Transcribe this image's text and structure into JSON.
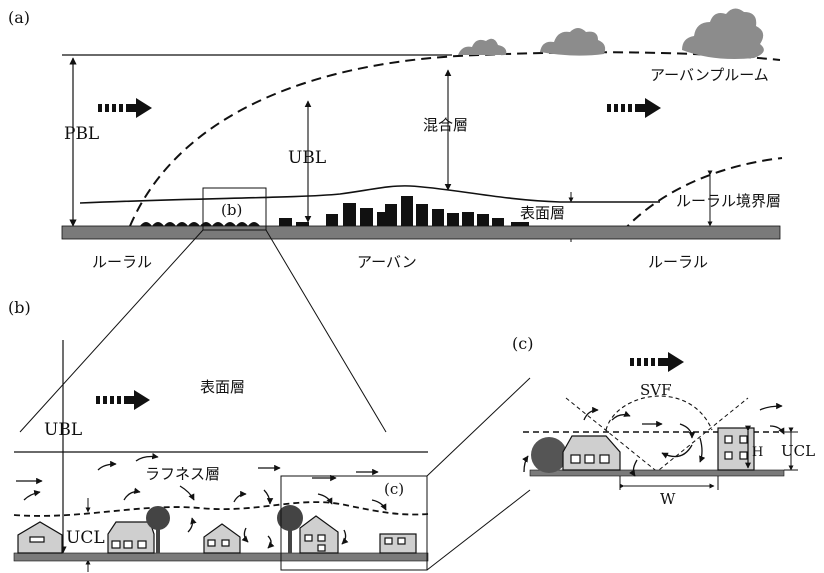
{
  "panel_a": {
    "tag": "(a)",
    "pbl": "PBL",
    "ubl": "UBL",
    "mixed_layer": "混合層",
    "urban_plume": "アーバンプルーム",
    "surface_layer": "表面層",
    "rural_boundary_layer": "ルーラル境界層",
    "inset_tag": "(b)",
    "rural_left": "ルーラル",
    "urban": "アーバン",
    "rural_right": "ルーラル"
  },
  "panel_b": {
    "tag": "(b)",
    "surface_layer": "表面層",
    "ubl": "UBL",
    "roughness_layer": "ラフネス層",
    "ucl": "UCL",
    "inset_tag": "(c)"
  },
  "panel_c": {
    "tag": "(c)",
    "svf": "SVF",
    "ucl": "UCL",
    "h": "H",
    "w": "W"
  },
  "colors": {
    "ink": "#111111",
    "ground": "#7a7a7a",
    "cloud": "#8c8c8c",
    "building": "#d0d0d0",
    "tree": "#555555"
  },
  "icons": [
    "wind-arrow-icon",
    "cloud-icon",
    "house-icon",
    "tree-icon"
  ]
}
